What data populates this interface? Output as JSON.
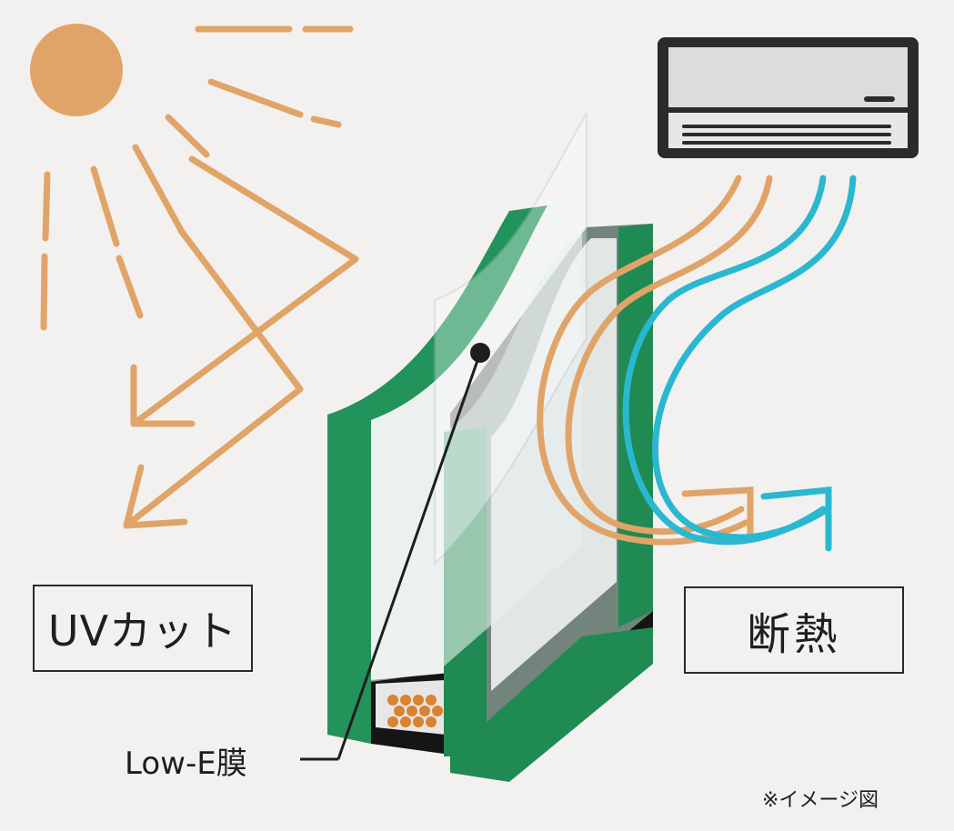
{
  "labels": {
    "uv_cut": "UVカット",
    "insulation": "断熱",
    "low_e": "Low-E膜",
    "note": "※イメージ図"
  },
  "colors": {
    "background": "#f3f1ef",
    "sun_rays": "#e0a468",
    "cold_air": "#2ab8d0",
    "glass_edge": "#1f8a52",
    "frame": "#1c1c1c"
  },
  "icons": [
    "sun-icon",
    "air-conditioner-icon"
  ]
}
